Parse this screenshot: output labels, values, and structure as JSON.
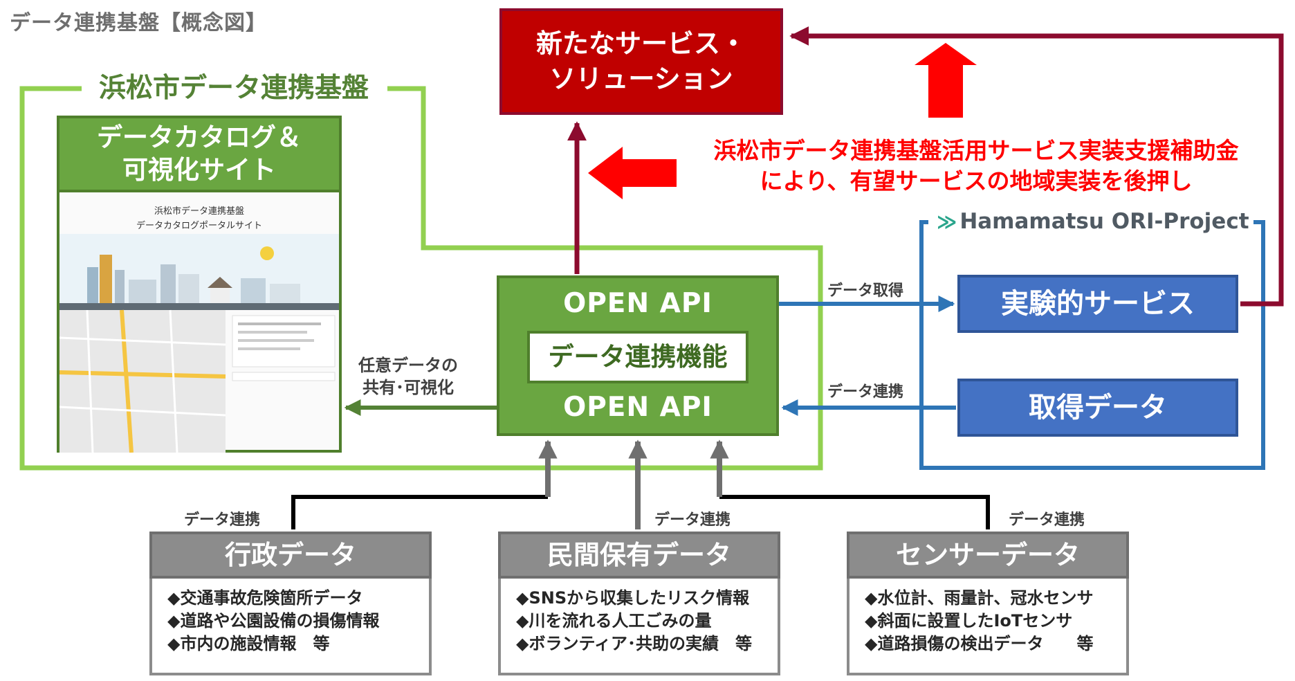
{
  "page_title": "データ連携基盤【概念図】",
  "platform": {
    "title": "浜松市データ連携基盤"
  },
  "catalog_site": {
    "title_line1": "データカタログ＆",
    "title_line2": "可視化サイト",
    "screenshot_title_line1": "浜松市データ連携基盤",
    "screenshot_title_line2": "データカタログポータルサイト"
  },
  "hub": {
    "api_top": "OPEN API",
    "core": "データ連携機能",
    "api_bottom": "OPEN API"
  },
  "new_service": {
    "line1": "新たなサービス・",
    "line2": "ソリューション"
  },
  "subsidy": {
    "line1": "浜松市データ連携基盤活用サービス実装支援補助金",
    "line2": "により、有望サービスの地域実装を後押し"
  },
  "ori": {
    "logo_text": "Hamamatsu ORI-Project"
  },
  "experimental_service": "実験的サービス",
  "acquired_data": "取得データ",
  "edge_labels": {
    "acquire": "データ取得",
    "link_from_acquired": "データ連携",
    "share_line1": "任意データの",
    "share_line2": "共有･可視化",
    "link_admin": "データ連携",
    "link_private": "データ連携",
    "link_sensor": "データ連携"
  },
  "sources": [
    {
      "title": "行政データ",
      "items": [
        "◆交通事故危険箇所データ",
        "◆道路や公園設備の損傷情報",
        "◆市内の施設情報　等"
      ]
    },
    {
      "title": "民間保有データ",
      "items": [
        "◆SNSから収集したリスク情報",
        "◆川を流れる人工ごみの量",
        "◆ボランティア･共助の実績　等"
      ]
    },
    {
      "title": "センサーデータ",
      "items": [
        "◆水位計、雨量計、冠水センサ",
        "◆斜面に設置したIoTセンサ",
        "◆道路損傷の検出データ　　等"
      ]
    }
  ],
  "colors": {
    "light_green": "#92d050",
    "dark_green": "#548235",
    "hub_green": "#6aa641",
    "red": "#c00000",
    "maroon": "#8c0b2e",
    "subsidy_red": "#ff0000",
    "blue": "#4472c4",
    "blue_line": "#2e75b6",
    "grey": "#8c8c8c"
  }
}
